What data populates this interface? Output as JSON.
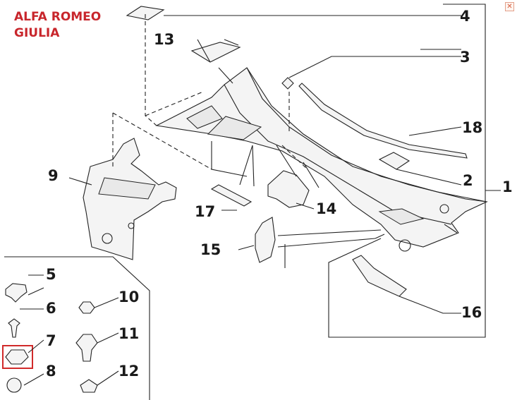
{
  "brand": {
    "line1": "ALFA ROMEO",
    "line2": "GIULIA"
  },
  "window": {
    "close_glyph": "✕"
  },
  "callouts": {
    "c1": "1",
    "c2": "2",
    "c3": "3",
    "c4": "4",
    "c5": "5",
    "c6": "6",
    "c7": "7",
    "c8": "8",
    "c9": "9",
    "c10": "10",
    "c11": "11",
    "c12": "12",
    "c13": "13",
    "c14": "14",
    "c15": "15",
    "c16": "16",
    "c17": "17",
    "c18": "18"
  },
  "highlight": {
    "part": "7",
    "color": "#d12a2a"
  },
  "colors": {
    "brand": "#c8262c",
    "line": "#222222"
  }
}
